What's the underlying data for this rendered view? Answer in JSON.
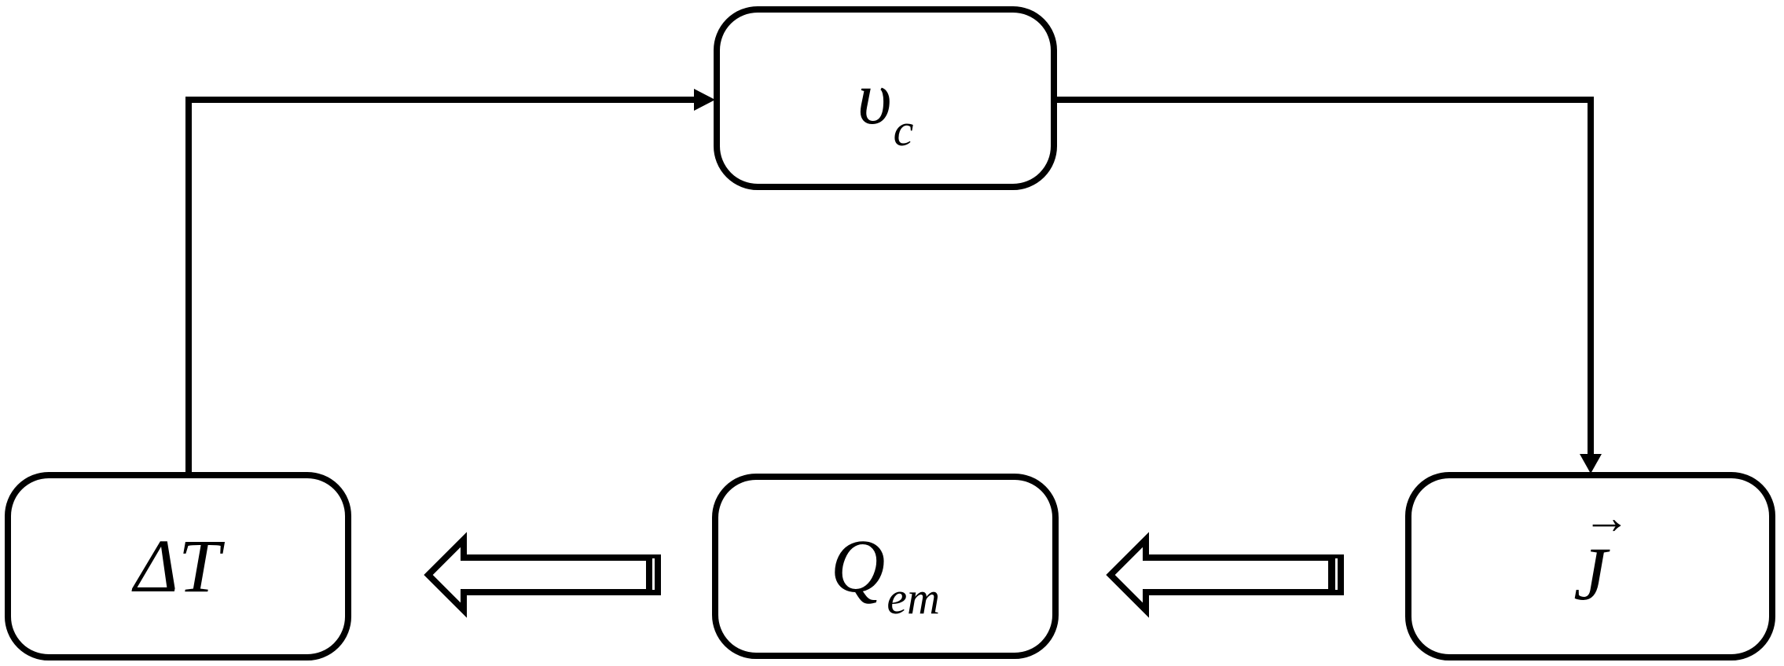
{
  "diagram": {
    "background_color": "#ffffff",
    "line_color": "#000000",
    "box_fill_color": "#ffffff",
    "nodes": {
      "vc": {
        "main": "υ",
        "sub": "c"
      },
      "dt": {
        "main": "ΔT",
        "sub": ""
      },
      "qem": {
        "main": "Q",
        "sub": "em"
      },
      "j": {
        "main": "J",
        "sub": "",
        "vector_arrow": "→"
      }
    },
    "connectors": [
      {
        "from": "ΔT",
        "to": "υc",
        "style": "thin elbow line",
        "arrowhead": "solid triangle pointing right into υc"
      },
      {
        "from": "υc",
        "to": "J",
        "style": "thin elbow line",
        "arrowhead": "solid triangle pointing down into J"
      },
      {
        "from": "J",
        "to": "Qem",
        "style": "hollow block arrow",
        "direction": "left"
      },
      {
        "from": "Qem",
        "to": "ΔT",
        "style": "hollow block arrow",
        "direction": "left"
      }
    ]
  }
}
